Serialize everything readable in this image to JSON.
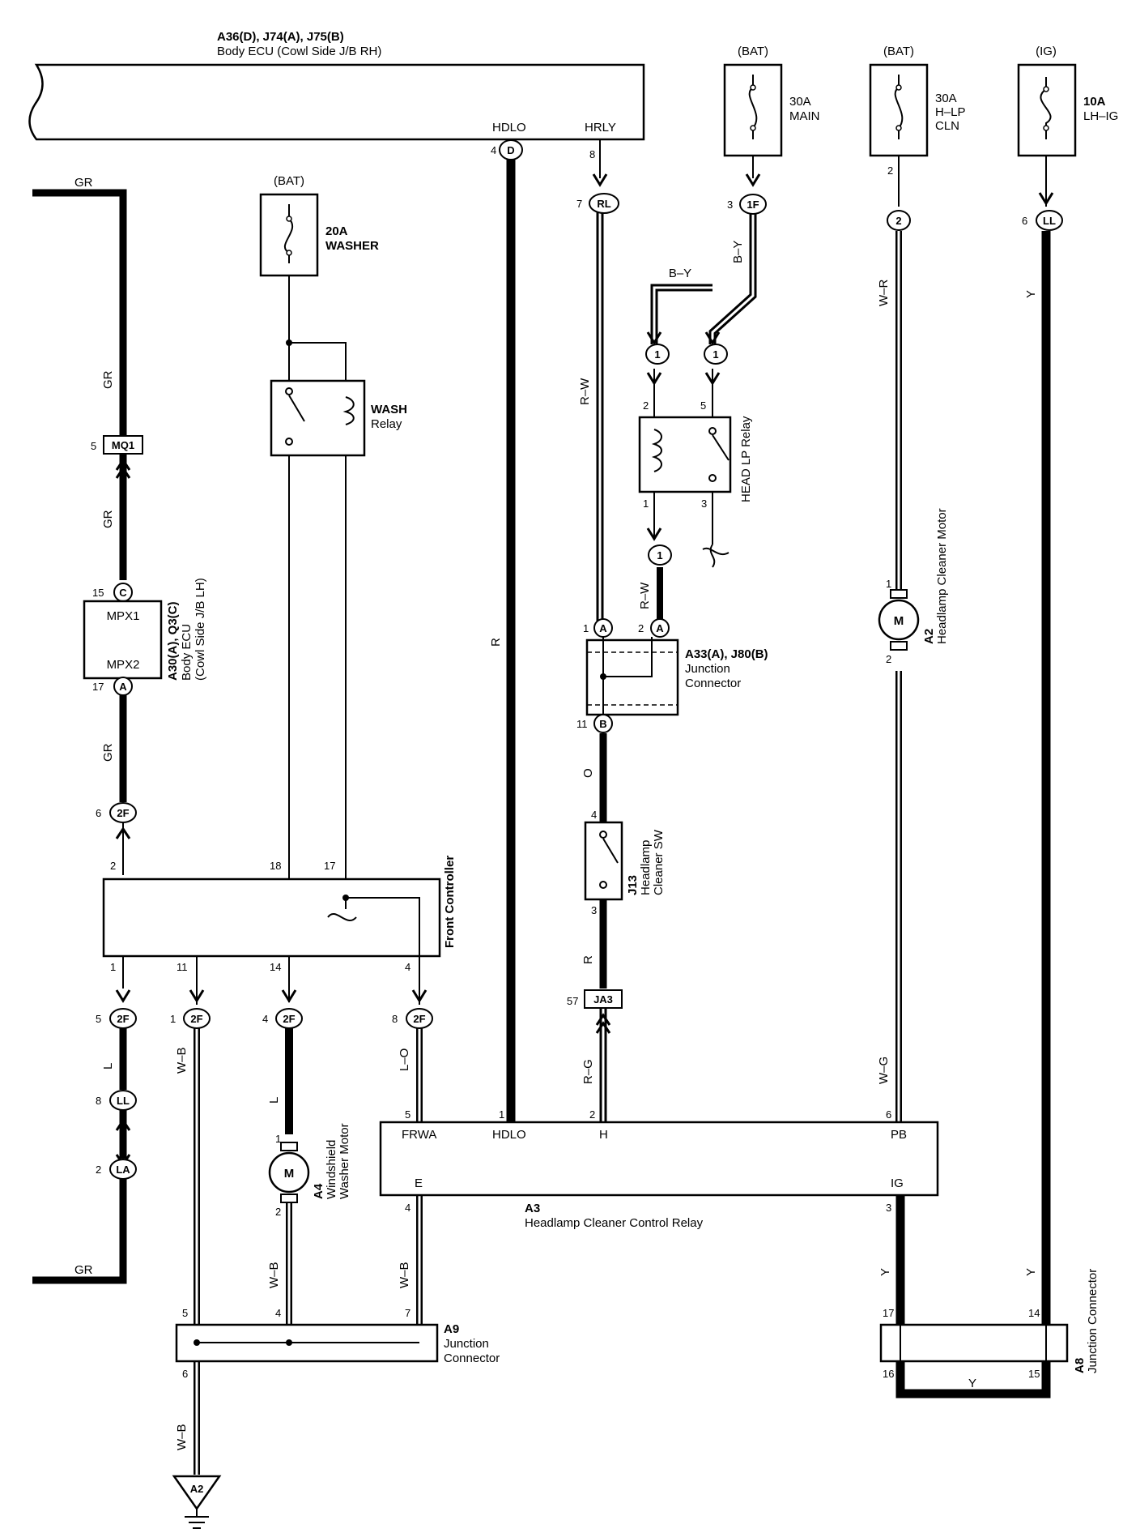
{
  "ecu_top": {
    "title": "A36(D), J74(A), J75(B)",
    "subtitle": "Body ECU (Cowl Side J/B RH)",
    "hdlo": "HDLO",
    "hrly": "HRLY"
  },
  "fuses": {
    "main": {
      "source": "(BAT)",
      "l1": "30A",
      "l2": "MAIN"
    },
    "hlp": {
      "source": "(BAT)",
      "l1": "30A",
      "l2": "H–LP",
      "l3": "CLN"
    },
    "lhig": {
      "source": "(IG)",
      "l1": "10A",
      "l2": "LH–IG"
    },
    "washer": {
      "source": "(BAT)",
      "l1": "20A",
      "l2": "WASHER"
    }
  },
  "wash_relay": {
    "l1": "WASH",
    "l2": "Relay"
  },
  "head_lp_relay": {
    "name": "HEAD LP Relay"
  },
  "body_ecu_lh": {
    "mpx1": "MPX1",
    "mpx2": "MPX2",
    "l1": "A30(A), Q3(C)",
    "l2": "Body ECU",
    "l3": "(Cowl Side J/B LH)"
  },
  "front_controller": {
    "name": "Front Controller"
  },
  "junction_a33": {
    "l1": "A33(A), J80(B)",
    "l2": "Junction",
    "l3": "Connector"
  },
  "headlamp_sw": {
    "l1": "J13",
    "l2": "Headlamp",
    "l3": "Cleaner SW"
  },
  "cleaner_motor": {
    "l1": "A2",
    "l2": "Headlamp Cleaner Motor",
    "m": "M"
  },
  "washer_motor": {
    "l1": "A4",
    "l2": "Windshield",
    "l3": "Washer Motor",
    "m": "M"
  },
  "control_relay": {
    "l1": "A3",
    "l2": "Headlamp Cleaner Control Relay",
    "frwa": "FRWA",
    "hdlo": "HDLO",
    "h": "H",
    "pb": "PB",
    "e": "E",
    "ig": "IG"
  },
  "junction_a9": {
    "l1": "A9",
    "l2": "Junction",
    "l3": "Connector"
  },
  "junction_a8": {
    "l1": "A8",
    "l2": "Junction Connector"
  },
  "ground": {
    "label": "A2"
  },
  "connectors": {
    "D": "D",
    "RL": "RL",
    "F1": "1F",
    "n2": "2",
    "LL": "LL",
    "MQ1": "MQ1",
    "C": "C",
    "A": "A",
    "F2": "2F",
    "LA": "LA",
    "JA3": "JA3",
    "B": "B",
    "one": "1"
  },
  "wires": {
    "GR": "GR",
    "R": "R",
    "RW": "R–W",
    "BY": "B–Y",
    "WR": "W–R",
    "Y": "Y",
    "O": "O",
    "L": "L",
    "WB": "W–B",
    "LO": "L–O",
    "RG": "R–G",
    "WG": "W–G"
  },
  "pins": {
    "p1": "1",
    "p2": "2",
    "p3": "3",
    "p4": "4",
    "p5": "5",
    "p6": "6",
    "p7": "7",
    "p8": "8",
    "p11": "11",
    "p14": "14",
    "p15": "15",
    "p16": "16",
    "p17": "17",
    "p18": "18",
    "p57": "57"
  }
}
